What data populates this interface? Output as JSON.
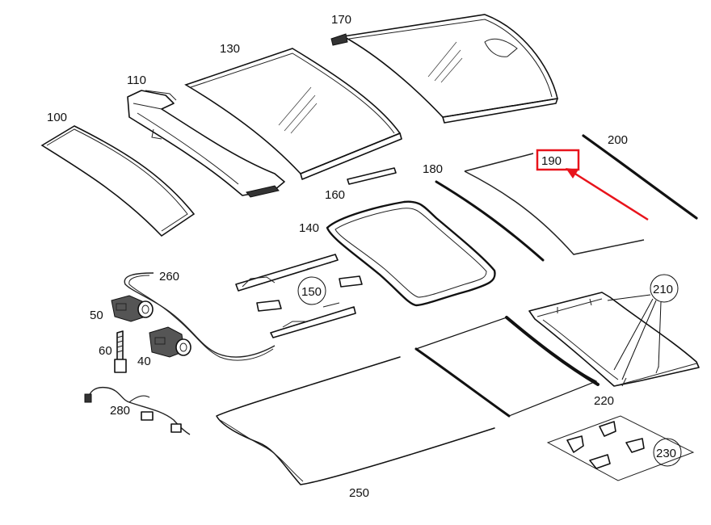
{
  "labels": {
    "p100": "100",
    "p110": "110",
    "p130": "130",
    "p170": "170",
    "p200": "200",
    "p190": "190",
    "p180": "180",
    "p160": "160",
    "p140": "140",
    "p150": "150",
    "p260": "260",
    "p50": "50",
    "p60": "60",
    "p40": "40",
    "p210": "210",
    "p220": "220",
    "p280": "280",
    "p230": "230",
    "p250": "250"
  },
  "colors": {
    "highlight": "#e8131b",
    "ink": "#111111"
  }
}
